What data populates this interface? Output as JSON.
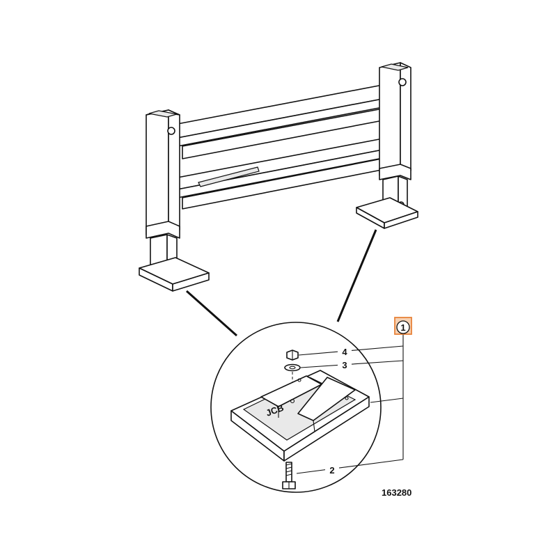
{
  "callouts": {
    "item_1": "1",
    "item_2": "2",
    "item_3": "3",
    "item_4": "4"
  },
  "logo_text": "JCB",
  "figure_ref": "163280",
  "colors": {
    "line": "#111111",
    "highlight": "#e8833a",
    "background": "#ffffff"
  }
}
